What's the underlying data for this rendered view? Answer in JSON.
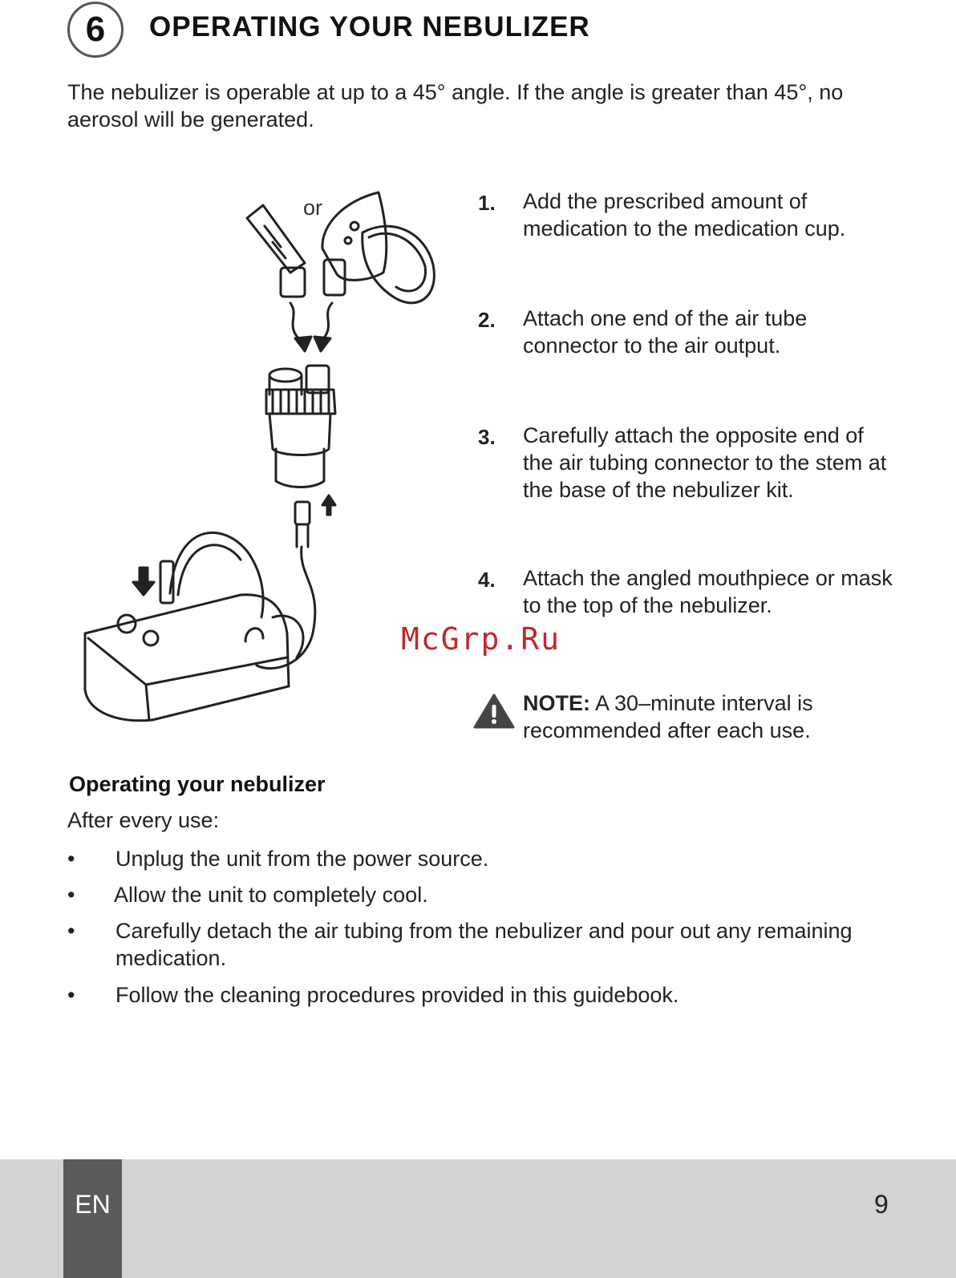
{
  "section": {
    "number": "6",
    "title": "OPERATING YOUR NEBULIZER"
  },
  "intro": "The nebulizer is operable at up to a 45° angle. If the angle is greater than 45°, no aerosol will be generated.",
  "illustration": {
    "or_label": "or"
  },
  "steps": [
    {
      "num": "1.",
      "text": "Add the prescribed amount of medication to the medication cup."
    },
    {
      "num": "2.",
      "text": "Attach one end of the air tube connector to the air output."
    },
    {
      "num": "3.",
      "text": "Carefully attach the opposite end of the air tubing connector to the stem at the base of the nebulizer kit."
    },
    {
      "num": "4.",
      "text": "Attach the angled mouthpiece or mask to the top of the nebulizer."
    }
  ],
  "note": {
    "icon": "warning-triangle-icon",
    "label": "NOTE:",
    "text": " A 30–minute interval is recommended after each use."
  },
  "watermark": "McGrp.Ru",
  "after_use": {
    "heading": "Operating your nebulizer",
    "label": "After every use:",
    "bullet_symbol": "•",
    "items": [
      "Unplug the unit from the power source.",
      "Allow the unit to completely cool.",
      "Carefully detach the air tubing from the nebulizer and pour out any remaining medication.",
      "Follow the cleaning procedures provided in this guidebook."
    ]
  },
  "footer": {
    "language": "EN",
    "page_number": "9"
  },
  "colors": {
    "footer_bg": "#d3d3d3",
    "lang_tab_bg": "#5a5a5a",
    "watermark": "#c2272d"
  }
}
